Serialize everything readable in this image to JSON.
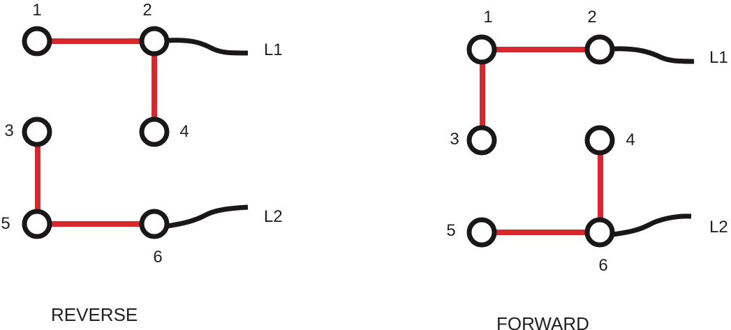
{
  "colors": {
    "jumper": "#d9272e",
    "terminal": "#1a1718",
    "lead": "#1a1718",
    "text": "#231f20",
    "background": "#ffffff"
  },
  "diagrams": [
    {
      "title": "REVERSE",
      "terminals": [
        {
          "id": "1",
          "label": "1"
        },
        {
          "id": "2",
          "label": "2"
        },
        {
          "id": "3",
          "label": "3"
        },
        {
          "id": "4",
          "label": "4"
        },
        {
          "id": "5",
          "label": "5"
        },
        {
          "id": "6",
          "label": "6"
        }
      ],
      "jumpers": [
        [
          "1",
          "2"
        ],
        [
          "2",
          "4"
        ],
        [
          "3",
          "5"
        ],
        [
          "5",
          "6"
        ]
      ],
      "leads": [
        {
          "label": "L1",
          "terminal": "2"
        },
        {
          "label": "L2",
          "terminal": "6"
        }
      ]
    },
    {
      "title": "FORWARD",
      "terminals": [
        {
          "id": "1",
          "label": "1"
        },
        {
          "id": "2",
          "label": "2"
        },
        {
          "id": "3",
          "label": "3"
        },
        {
          "id": "4",
          "label": "4"
        },
        {
          "id": "5",
          "label": "5"
        },
        {
          "id": "6",
          "label": "6"
        }
      ],
      "jumpers": [
        [
          "1",
          "2"
        ],
        [
          "1",
          "3"
        ],
        [
          "4",
          "6"
        ],
        [
          "5",
          "6"
        ]
      ],
      "leads": [
        {
          "label": "L1",
          "terminal": "2"
        },
        {
          "label": "L2",
          "terminal": "6"
        }
      ]
    }
  ]
}
